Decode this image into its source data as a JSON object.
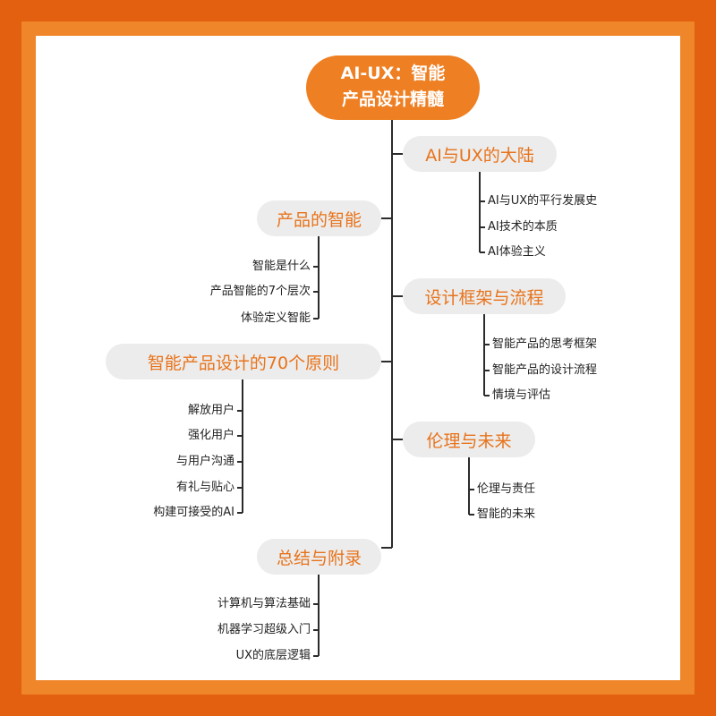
{
  "root": {
    "line1": "AI-UX：智能",
    "line2": "产品设计精髓"
  },
  "branches": {
    "b1": {
      "title": "AI与UX的大陆",
      "items": [
        "AI与UX的平行发展史",
        "AI技术的本质",
        "AI体验主义"
      ]
    },
    "b2": {
      "title": "产品的智能",
      "items": [
        "智能是什么",
        "产品智能的7个层次",
        "体验定义智能"
      ]
    },
    "b3": {
      "title": "设计框架与流程",
      "items": [
        "智能产品的思考框架",
        "智能产品的设计流程",
        "情境与评估"
      ]
    },
    "b4": {
      "title": "智能产品设计的70个原则",
      "items": [
        "解放用户",
        "强化用户",
        "与用户沟通",
        "有礼与贴心",
        "构建可接受的AI"
      ]
    },
    "b5": {
      "title": "伦理与未来",
      "items": [
        "伦理与责任",
        "智能的未来"
      ]
    },
    "b6": {
      "title": "总结与附录",
      "items": [
        "计算机与算法基础",
        "机器学习超级入门",
        "UX的底层逻辑"
      ]
    }
  },
  "colors": {
    "outer_border": "#e2600f",
    "inner_border": "#f0862a",
    "accent": "#ee7f22",
    "branch_text": "#e8731b",
    "pill_bg": "#ececec"
  }
}
